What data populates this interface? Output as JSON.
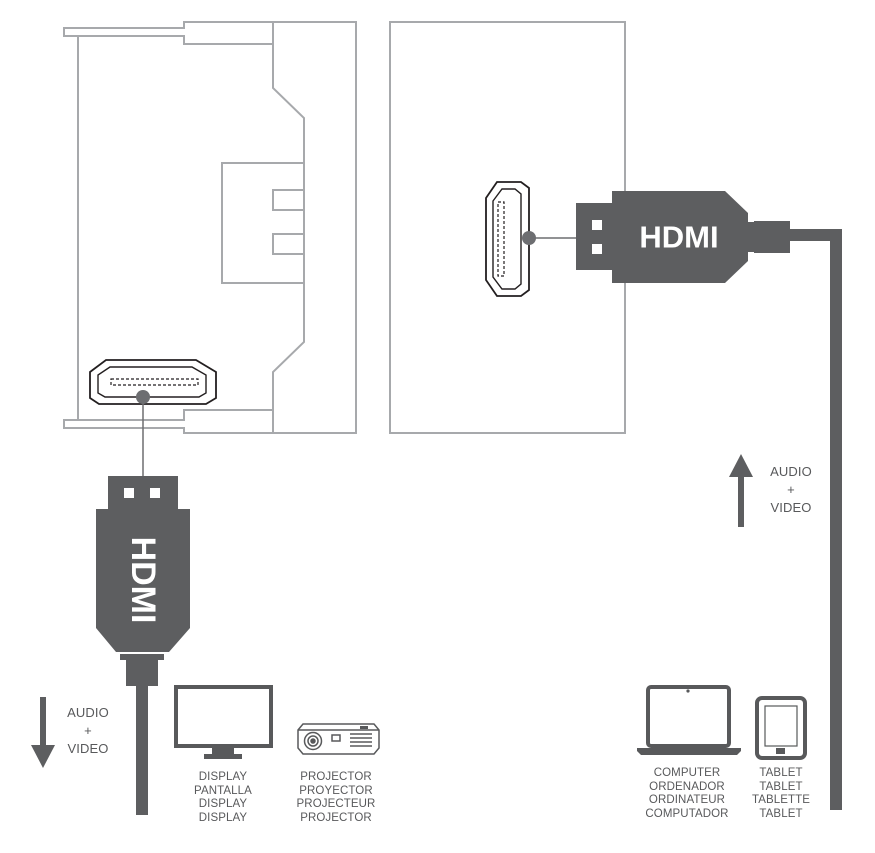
{
  "colors": {
    "outline": "#a7a9ac",
    "plug": "#5d5e60",
    "plug_text": "#ffffff",
    "icon": "#58595b",
    "text": "#58595b"
  },
  "plug_left": {
    "label": "HDMI"
  },
  "plug_right": {
    "label": "HDMI"
  },
  "flow_down": {
    "line1": "AUDIO",
    "line2": "+",
    "line3": "VIDEO",
    "icon": "arrow-down-icon"
  },
  "flow_up": {
    "line1": "AUDIO",
    "line2": "+",
    "line3": "VIDEO",
    "icon": "arrow-up-icon"
  },
  "devices": {
    "display": {
      "icon": "display-icon",
      "labels": [
        "DISPLAY",
        "PANTALLA",
        "DISPLAY",
        "DISPLAY"
      ]
    },
    "projector": {
      "icon": "projector-icon",
      "labels": [
        "PROJECTOR",
        "PROYECTOR",
        "PROJECTEUR",
        "PROJECTOR"
      ]
    },
    "computer": {
      "icon": "laptop-icon",
      "labels": [
        "COMPUTER",
        "ORDENADOR",
        "ORDINATEUR",
        "COMPUTADOR"
      ]
    },
    "tablet": {
      "icon": "tablet-icon",
      "labels": [
        "TABLET",
        "TABLET",
        "TABLETTE",
        "TABLET"
      ]
    }
  }
}
